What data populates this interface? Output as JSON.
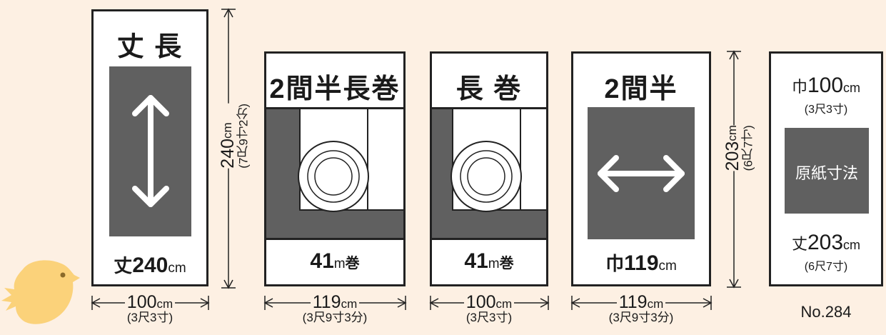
{
  "colors": {
    "background": "#fdf0e3",
    "panel_gray": "#606060",
    "outline": "#222222",
    "bird": "#fbd27a"
  },
  "panels": [
    {
      "title": "丈 長",
      "label_prefix": "丈",
      "label_num": "240",
      "label_unit": "cm",
      "width_main": "100",
      "width_unit": "cm",
      "width_sub": "(3尺3寸)"
    },
    {
      "title": "2間半長巻",
      "label_num": "41",
      "label_unit": "m",
      "label_suffix": "巻",
      "width_main": "119",
      "width_unit": "cm",
      "width_sub": "(3尺9寸3分)"
    },
    {
      "title": "長 巻",
      "label_num": "41",
      "label_unit": "m",
      "label_suffix": "巻",
      "width_main": "100",
      "width_unit": "cm",
      "width_sub": "(3尺3寸)"
    },
    {
      "title": "2間半",
      "label_prefix": "巾",
      "label_num": "119",
      "label_unit": "cm",
      "width_main": "119",
      "width_unit": "cm",
      "width_sub": "(3尺9寸3分)"
    }
  ],
  "heights": [
    {
      "main": "240",
      "unit": "cm",
      "sub": "(7尺9寸2分)"
    },
    {
      "main": "203",
      "unit": "cm",
      "sub": "(6尺7寸)"
    }
  ],
  "reference": {
    "width_prefix": "巾",
    "width_num": "100",
    "width_unit": "cm",
    "width_sub": "(3尺3寸)",
    "center_label": "原紙寸法",
    "height_prefix": "丈",
    "height_num": "203",
    "height_unit": "cm",
    "height_sub": "(6尺7寸)"
  },
  "product_no": "No.284"
}
